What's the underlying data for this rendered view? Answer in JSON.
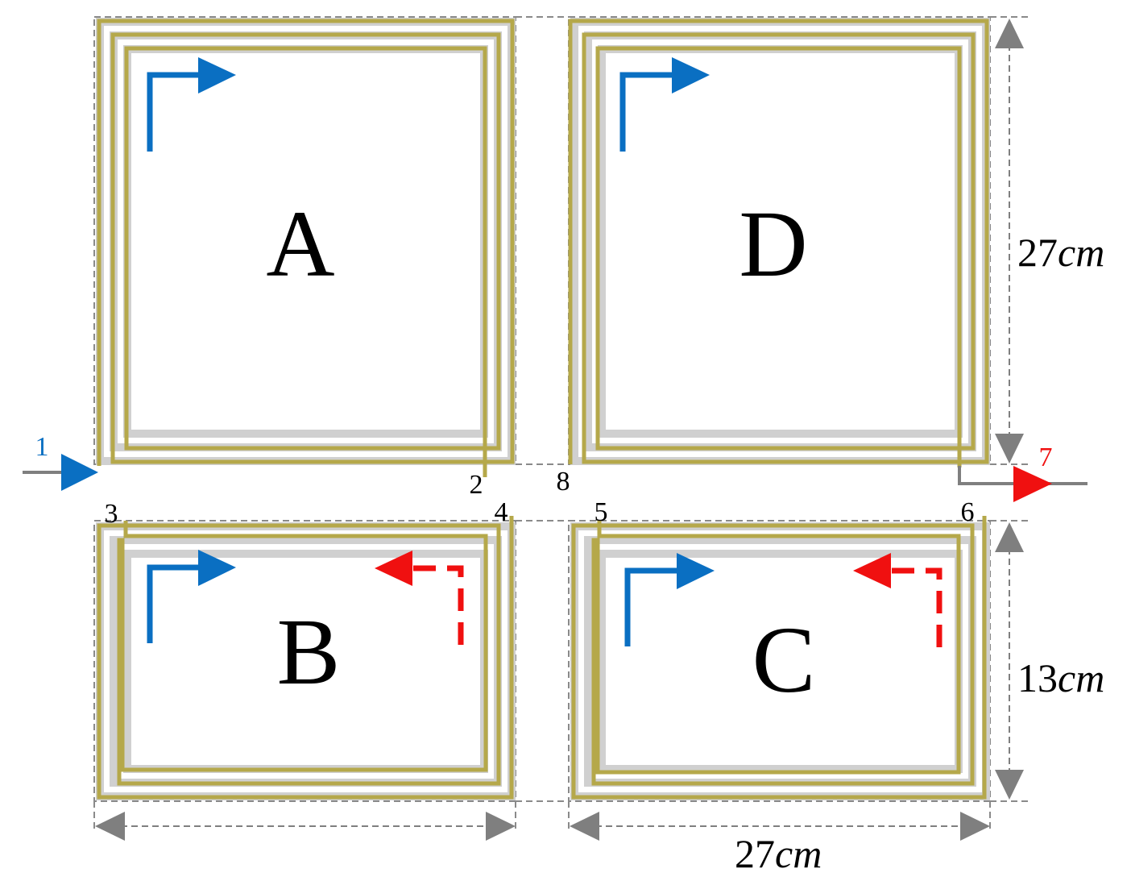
{
  "colors": {
    "coil": "#b5a84a",
    "coil_shadow": "#d0d0d0",
    "boundary": "#8a8a8a",
    "forward_arrow": "#0a6fc2",
    "reverse_arrow": "#f01010",
    "dimension_arrow": "#7f7f7f",
    "text": "#000000"
  },
  "coils": [
    {
      "id": "A",
      "label": "A"
    },
    {
      "id": "D",
      "label": "D"
    },
    {
      "id": "B",
      "label": "B"
    },
    {
      "id": "C",
      "label": "C"
    }
  ],
  "terminals": {
    "t1": "1",
    "t2": "2",
    "t3": "3",
    "t4": "4",
    "t5": "5",
    "t6": "6",
    "t7": "7",
    "t8": "8"
  },
  "dimensions": {
    "width_bottom": {
      "value": "27",
      "unit": "cm"
    },
    "height_top": {
      "value": "27",
      "unit": "cm"
    },
    "height_bottom": {
      "value": "13",
      "unit": "cm"
    }
  },
  "icons": {
    "forward_current": "blue-elbow-arrow-icon",
    "reverse_current": "red-dashed-elbow-arrow-icon",
    "input": "blue-input-arrow-icon",
    "output": "red-output-arrow-icon",
    "dimension": "gray-double-arrow-icon"
  }
}
